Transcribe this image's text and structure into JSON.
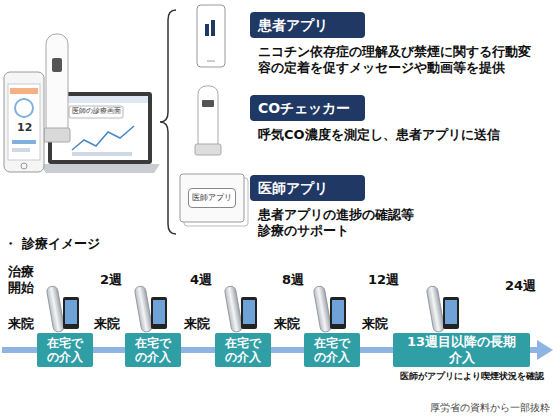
{
  "diagram": {
    "nodes": [
      {
        "text": [
          "患者アプリ"
        ]
      },
      {
        "text": [
          "COチェッカー"
        ]
      },
      {
        "text": [
          "医師アプリ"
        ]
      },
      {
        "text": [
          "医師アプリ"
        ]
      },
      {
        "text": [
          "在宅での介入"
        ]
      },
      {
        "text": [
          "在宅での介入"
        ]
      },
      {
        "text": [
          "在宅での介入"
        ]
      },
      {
        "text": [
          "在宅での介入"
        ]
      },
      {
        "text": [
          "13週目以降の長期介入"
        ]
      }
    ],
    "edges": [
      {
        "from": 4,
        "to": 5,
        "arrow": "none"
      },
      {
        "from": 5,
        "to": 6,
        "arrow": "none"
      },
      {
        "from": 6,
        "to": 7,
        "arrow": "none"
      },
      {
        "from": 7,
        "to": 8,
        "arrow": "none"
      }
    ],
    "labels": [
      "12",
      "医師の診療画面",
      "ニコチン依存症の理解及び禁煙に関する行動変容の定着を促すメッセージや動画等を提供",
      "呼気CO濃度を測定し、患者アプリに送信",
      "患者アプリの進捗の確認等診療のサポート",
      "・ 診療イメージ",
      "治療開始",
      "2週",
      "4週",
      "8週",
      "12週",
      "24週",
      "来院",
      "来院",
      "来院",
      "来院",
      "来院",
      "医師がアプリにより喫煙状況を確認",
      "厚労省の資料から一部抜粋"
    ]
  }
}
